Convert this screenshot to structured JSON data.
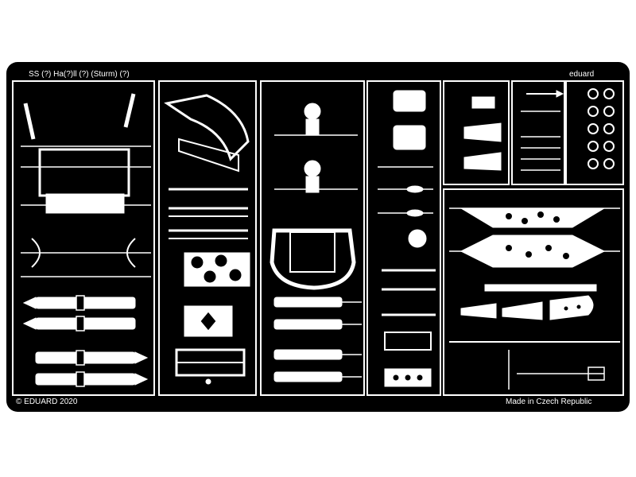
{
  "sheet": {
    "header_left": "SS (?)   Ha(?)ll (?) (Sturm)   (?)",
    "header_right": "eduard",
    "footer_left": "© EDUARD 2020",
    "footer_right": "Made in Czech Republic"
  },
  "colors": {
    "fret": "#000000",
    "part": "#ffffff",
    "background": "#ffffff"
  }
}
